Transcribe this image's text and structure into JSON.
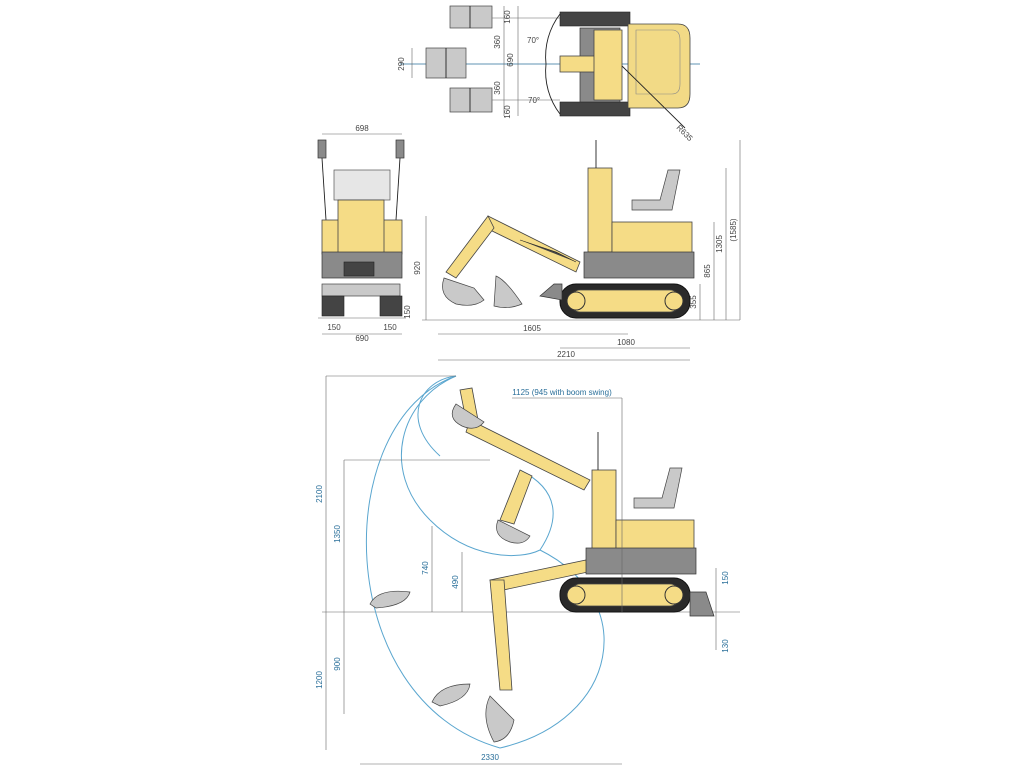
{
  "top_view": {
    "d160a": "160",
    "d360a": "360",
    "d690": "690",
    "d360b": "360",
    "d160b": "160",
    "d290": "290",
    "angle_top": "70°",
    "angle_bottom": "70°",
    "radius": "R635"
  },
  "front_view": {
    "width_top": "698",
    "width_bottom": "690",
    "left_150": "150",
    "right_150": "150",
    "h150": "150"
  },
  "side_view": {
    "h920": "920",
    "h355": "355",
    "h865": "865",
    "h1305": "1305",
    "h1585": "(1585)",
    "l1605": "1605",
    "l1080": "1080",
    "l2210": "2210"
  },
  "working_range": {
    "swing_note": "1125 (945 with boom swing)",
    "h2100": "2100",
    "h1350": "1350",
    "h740": "740",
    "h490": "490",
    "h150": "150",
    "d130": "130",
    "d1200": "1200",
    "d900": "900",
    "w2330": "2330"
  }
}
